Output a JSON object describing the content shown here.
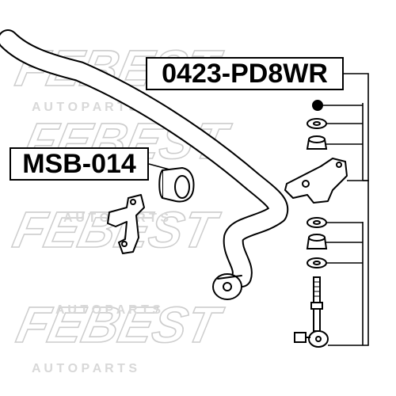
{
  "labels": {
    "stabilizer_link": "0423-PD8WR",
    "stabilizer_bushing": "MSB-014"
  },
  "watermark": {
    "brand": "FEBEST",
    "subtitle": "A U T O   P A R T S"
  }
}
